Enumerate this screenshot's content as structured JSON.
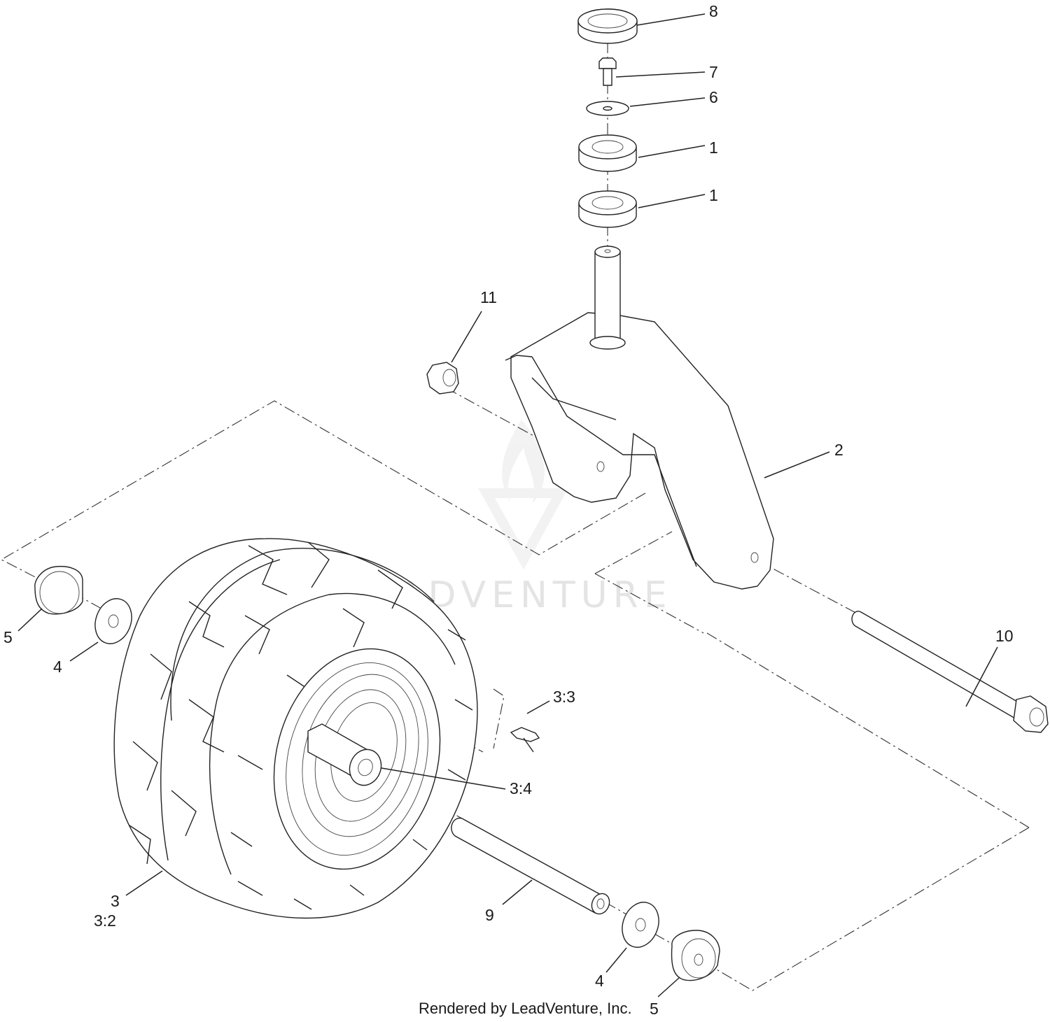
{
  "diagram": {
    "labels": {
      "part_8": "8",
      "part_7": "7",
      "part_6": "6",
      "part_1_upper": "1",
      "part_1_lower": "1",
      "part_11": "11",
      "part_2": "2",
      "part_10": "10",
      "part_5_left": "5",
      "part_4_left": "4",
      "part_3_3": "3:3",
      "part_3_4": "3:4",
      "part_3": "3",
      "part_3_2": "3:2",
      "part_9": "9",
      "part_4_right": "4",
      "part_5_right": "5"
    },
    "watermark": "LEADVENTURE",
    "footer": "Rendered by LeadVenture, Inc."
  }
}
